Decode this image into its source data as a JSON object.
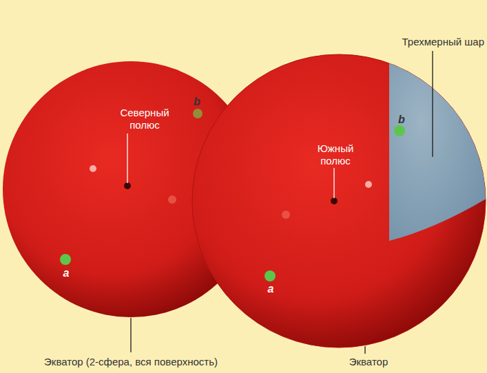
{
  "diagram": {
    "labels": [
      "Трехмерный шар",
      "b",
      "Северный полюс",
      "b",
      "Южный полюс",
      "a",
      "a",
      "Экватор (2-сфера, вся поверхность)",
      "Экватор"
    ]
  }
}
